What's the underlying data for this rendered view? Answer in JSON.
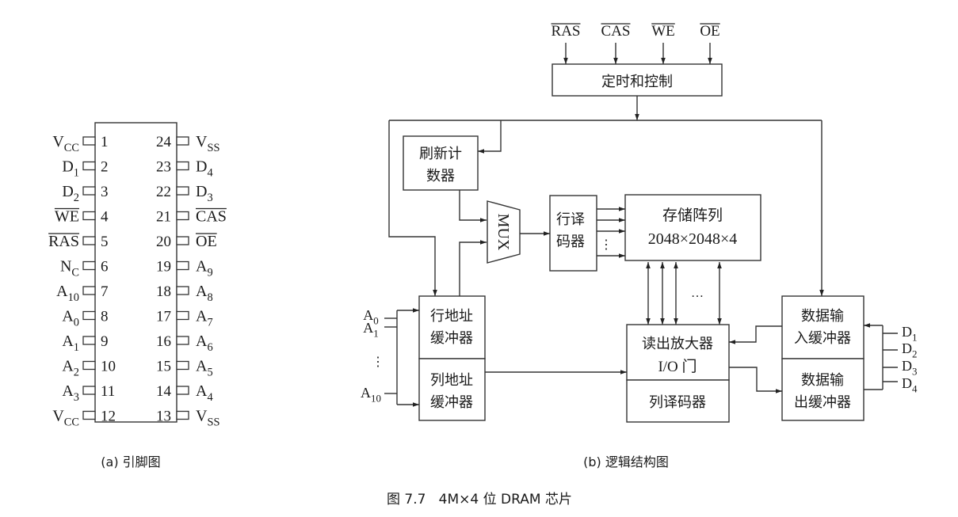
{
  "figure": {
    "caption": "图 7.7   4M×4 位 DRAM 芯片",
    "subcaption_a": "(a) 引脚图",
    "subcaption_b": "(b) 逻辑结构图"
  },
  "pinout": {
    "left_pins": [
      {
        "num": "1",
        "name": "V",
        "sub": "CC",
        "overline": false
      },
      {
        "num": "2",
        "name": "D",
        "sub": "1",
        "overline": false
      },
      {
        "num": "3",
        "name": "D",
        "sub": "2",
        "overline": false
      },
      {
        "num": "4",
        "name": "WE",
        "sub": "",
        "overline": true
      },
      {
        "num": "5",
        "name": "RAS",
        "sub": "",
        "overline": true
      },
      {
        "num": "6",
        "name": "N",
        "sub": "C",
        "overline": false
      },
      {
        "num": "7",
        "name": "A",
        "sub": "10",
        "overline": false
      },
      {
        "num": "8",
        "name": "A",
        "sub": "0",
        "overline": false
      },
      {
        "num": "9",
        "name": "A",
        "sub": "1",
        "overline": false
      },
      {
        "num": "10",
        "name": "A",
        "sub": "2",
        "overline": false
      },
      {
        "num": "11",
        "name": "A",
        "sub": "3",
        "overline": false
      },
      {
        "num": "12",
        "name": "V",
        "sub": "CC",
        "overline": false
      }
    ],
    "right_pins": [
      {
        "num": "24",
        "name": "V",
        "sub": "SS",
        "overline": false
      },
      {
        "num": "23",
        "name": "D",
        "sub": "4",
        "overline": false
      },
      {
        "num": "22",
        "name": "D",
        "sub": "3",
        "overline": false
      },
      {
        "num": "21",
        "name": "CAS",
        "sub": "",
        "overline": true
      },
      {
        "num": "20",
        "name": "OE",
        "sub": "",
        "overline": true
      },
      {
        "num": "19",
        "name": "A",
        "sub": "9",
        "overline": false
      },
      {
        "num": "18",
        "name": "A",
        "sub": "8",
        "overline": false
      },
      {
        "num": "17",
        "name": "A",
        "sub": "7",
        "overline": false
      },
      {
        "num": "16",
        "name": "A",
        "sub": "6",
        "overline": false
      },
      {
        "num": "15",
        "name": "A",
        "sub": "5",
        "overline": false
      },
      {
        "num": "14",
        "name": "A",
        "sub": "4",
        "overline": false
      },
      {
        "num": "13",
        "name": "V",
        "sub": "SS",
        "overline": false
      }
    ]
  },
  "logic": {
    "control_signals": [
      "RAS",
      "CAS",
      "WE",
      "OE"
    ],
    "timing_control": "定时和控制",
    "refresh_counter": [
      "刷新计",
      "数器"
    ],
    "mux": "MUX",
    "row_decoder": [
      "行译",
      "码器"
    ],
    "row_decoder_dots": "⋮",
    "memory_array": [
      "存储阵列",
      "2048×2048×4"
    ],
    "bus_dots": "…",
    "row_addr_buffer": [
      "行地址",
      "缓冲器"
    ],
    "col_addr_buffer": [
      "列地址",
      "缓冲器"
    ],
    "sense_amp": [
      "读出放大器",
      "I/O 门"
    ],
    "col_decoder": "列译码器",
    "data_in_buffer": [
      "数据输",
      "入缓冲器"
    ],
    "data_out_buffer": [
      "数据输",
      "出缓冲器"
    ],
    "address_inputs": [
      {
        "name": "A",
        "sub": "0"
      },
      {
        "name": "A",
        "sub": "1"
      },
      {
        "name": "A",
        "sub": "10"
      }
    ],
    "address_dots": "⋮",
    "data_lines": [
      {
        "name": "D",
        "sub": "1"
      },
      {
        "name": "D",
        "sub": "2"
      },
      {
        "name": "D",
        "sub": "3"
      },
      {
        "name": "D",
        "sub": "4"
      }
    ]
  }
}
